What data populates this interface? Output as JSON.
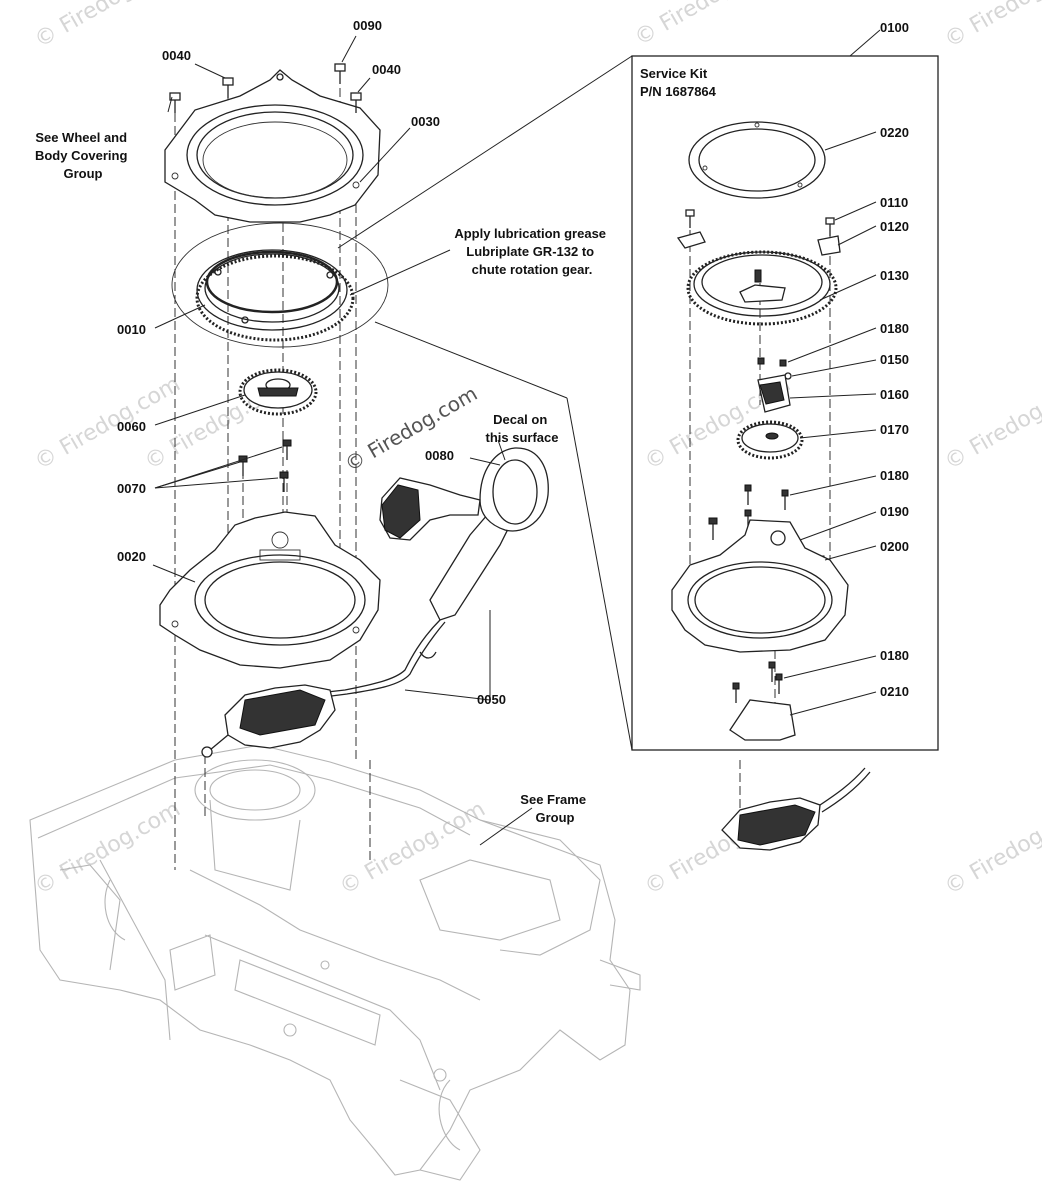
{
  "part_labels": {
    "p0010": "0010",
    "p0020": "0020",
    "p0030": "0030",
    "p0040a": "0040",
    "p0040b": "0040",
    "p0050": "0050",
    "p0060": "0060",
    "p0070": "0070",
    "p0080": "0080",
    "p0090": "0090",
    "p0100": "0100",
    "p0110": "0110",
    "p0120": "0120",
    "p0130": "0130",
    "p0150": "0150",
    "p0160": "0160",
    "p0170": "0170",
    "p0180a": "0180",
    "p0180b": "0180",
    "p0180c": "0180",
    "p0190": "0190",
    "p0200": "0200",
    "p0210": "0210",
    "p0220": "0220"
  },
  "notes": {
    "wheel_group": [
      "See Wheel and",
      "Body Covering",
      "Group"
    ],
    "lubrication": [
      "Apply lubrication grease",
      "Lubriplate GR-132 to",
      "chute rotation gear."
    ],
    "decal": [
      "Decal on",
      "this surface"
    ],
    "frame_group": [
      "See Frame",
      "Group"
    ],
    "service_kit": [
      "Service Kit",
      "P/N 1687864"
    ]
  },
  "watermark": {
    "text": "Firedog.com",
    "symbol": "©",
    "center_text": "© Firedog.com"
  }
}
